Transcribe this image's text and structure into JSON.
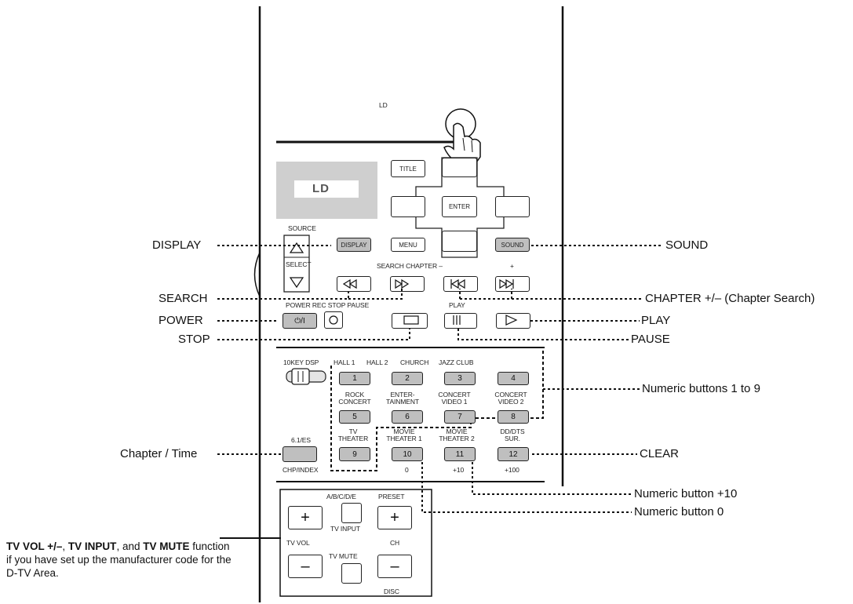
{
  "remote": {
    "mode_label": "LD",
    "display_text": "LD",
    "source": {
      "top": "SOURCE",
      "bottom": "SELECT"
    },
    "buttons": {
      "title": "TITLE",
      "enter": "ENTER",
      "display": "DISPLAY",
      "menu": "MENU",
      "sound": "SOUND",
      "power": "⏻/I"
    },
    "row_labels": {
      "search_chapter": "SEARCH CHAPTER  –",
      "plus": "+",
      "power_rec_stop_pause": "POWER REC STOP PAUSE",
      "play": "PLAY"
    },
    "dsp": {
      "switch_label": "10KEY DSP",
      "headers": [
        "HALL 1",
        "HALL 2",
        "CHURCH",
        "JAZZ CLUB"
      ],
      "row2": [
        "ROCK CONCERT",
        "ENTER- TAINMENT",
        "CONCERT VIDEO 1",
        "CONCERT VIDEO 2"
      ],
      "row3": [
        "TV THEATER",
        "MOVIE THEATER 1",
        "MOVIE THEATER 2",
        "DD/DTS SUR."
      ],
      "es_label": "6.1/ES",
      "chp_label": "CHP/INDEX",
      "sub": [
        "0",
        "+10",
        "+100"
      ]
    },
    "numbers": [
      "1",
      "2",
      "3",
      "4",
      "5",
      "6",
      "7",
      "8",
      "9",
      "10",
      "11",
      "12"
    ],
    "tv": {
      "abcde": "A/B/C/D/E",
      "preset": "PRESET",
      "tv_input": "TV INPUT",
      "tv_vol": "TV VOL",
      "ch": "CH",
      "tv_mute": "TV MUTE",
      "disc": "DISC",
      "plus": "+",
      "minus": "–"
    }
  },
  "callouts": {
    "display": "DISPLAY",
    "search": "SEARCH",
    "power": "POWER",
    "stop": "STOP",
    "sound": "SOUND",
    "chapter": "CHAPTER +/– (Chapter Search)",
    "play": "PLAY",
    "pause": "PAUSE",
    "numeric_1_9": "Numeric buttons 1 to 9",
    "chapter_time": "Chapter / Time",
    "clear": "CLEAR",
    "numeric_plus10": "Numeric button +10",
    "numeric_0": "Numeric button 0"
  },
  "note": {
    "b1": "TV VOL +/–",
    "t1": ", ",
    "b2": "TV INPUT",
    "t2": ", and ",
    "b3": "TV MUTE",
    "t3": " function if you have set up the manufacturer code for the D-TV Area."
  }
}
